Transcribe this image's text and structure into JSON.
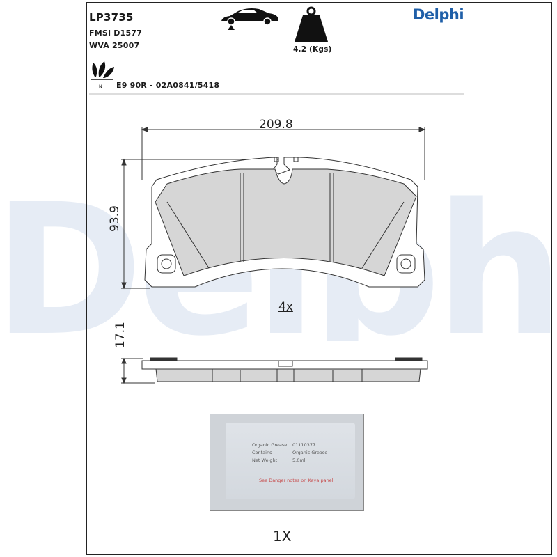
{
  "product": {
    "code": "LP3735",
    "fmsi": "FMSI D1577",
    "wva": "WVA 25007",
    "approval": "E9 90R - 02A0841/5418",
    "weight": "4.2 (Kgs)",
    "brand": "Delphi",
    "brand_color": "#1f5fa8"
  },
  "icons": {
    "car": "car-axle-icon",
    "weight": "weight-icon",
    "eco": "eco-leaf-icon"
  },
  "dimensions": {
    "width": "209.8",
    "height": "93.9",
    "thickness": "17.1"
  },
  "quantities": {
    "pads": "4x",
    "grease": "1X"
  },
  "grease_sachet": {
    "row1_label": "Organic Grease",
    "row1_value": "01110377",
    "row2_label": "Contains",
    "row2_value": "Organic Grease",
    "row3_label": "Net Weight",
    "row3_value": "5.0ml",
    "warning": "See Danger notes on Kaya panel"
  }
}
